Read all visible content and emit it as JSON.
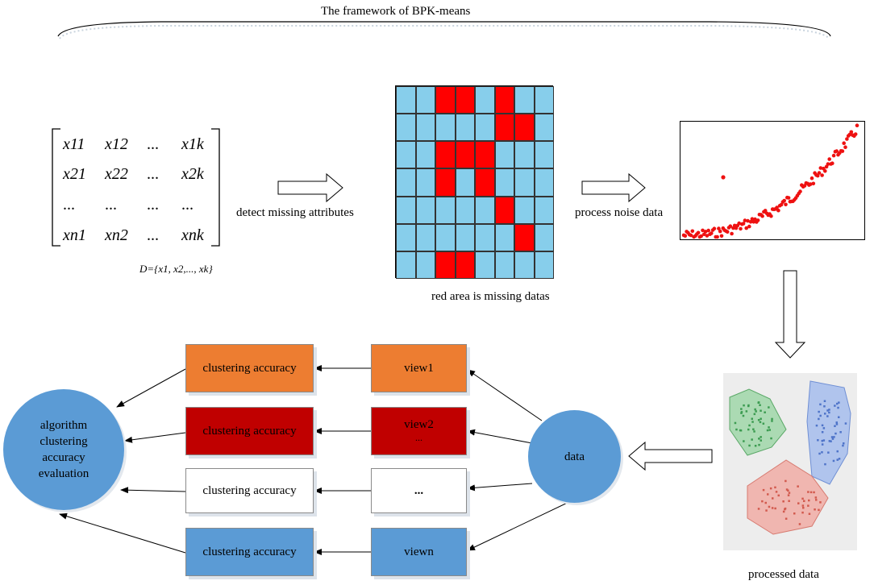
{
  "title": "The framework of BPK-means",
  "matrix": {
    "rows": [
      [
        "x11",
        "x12",
        "...",
        "x1k"
      ],
      [
        "x21",
        "x22",
        "...",
        "x2k"
      ],
      [
        "...",
        "...",
        "...",
        "..."
      ],
      [
        "xn1",
        "xn2",
        "...",
        "xnk"
      ]
    ],
    "set_label": "D={x1,  x2,..., xk}"
  },
  "labels": {
    "detect": "detect missing attributes",
    "missing": "red area is missing datas",
    "noise": "process noise data",
    "processed": "processed data"
  },
  "grid": {
    "rows": 7,
    "cols": 8,
    "fill_color": "#87ceeb",
    "missing_color": "#ff0000",
    "missing_cells": [
      [
        0,
        2
      ],
      [
        0,
        3
      ],
      [
        0,
        5
      ],
      [
        1,
        5
      ],
      [
        1,
        6
      ],
      [
        2,
        2
      ],
      [
        2,
        3
      ],
      [
        2,
        4
      ],
      [
        3,
        2
      ],
      [
        3,
        4
      ],
      [
        4,
        5
      ],
      [
        5,
        6
      ],
      [
        6,
        2
      ],
      [
        6,
        3
      ]
    ]
  },
  "views": [
    {
      "label": "view1",
      "color": "#ed7d31"
    },
    {
      "label": "view2",
      "extra": "...",
      "color": "#c00000"
    },
    {
      "label": "...",
      "color": "#ffffff"
    },
    {
      "label": "viewn",
      "color": "#5b9bd5"
    }
  ],
  "accuracy_label": "clustering accuracy",
  "data_label": "data",
  "evaluation": {
    "lines": [
      "algorithm",
      "clustering",
      "accuracy",
      "evaluation"
    ]
  }
}
